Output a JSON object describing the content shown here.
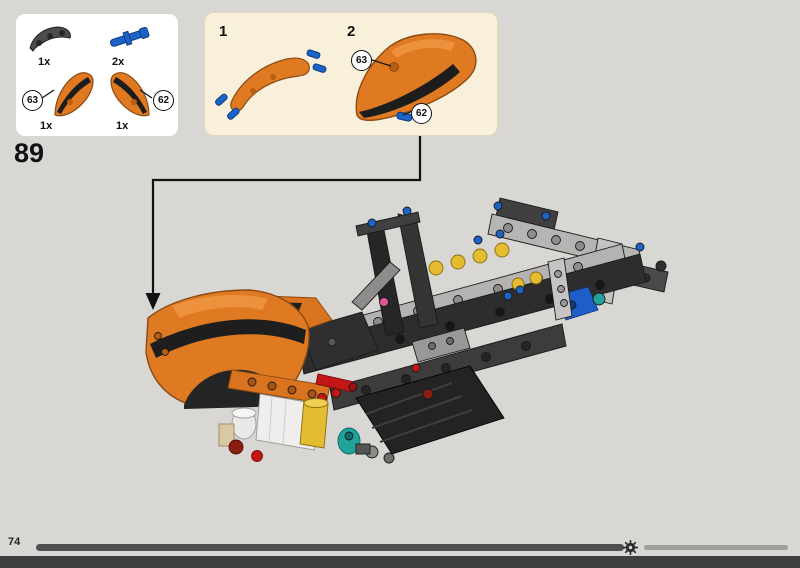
{
  "step": {
    "number": "89"
  },
  "parts_box": {
    "items": [
      {
        "piece": "dark-gray-curved-beam",
        "count": "1x"
      },
      {
        "piece": "blue-pin-3l",
        "count": "2x"
      },
      {
        "piece": "orange-fairing-left",
        "count": "1x",
        "callout": "63"
      },
      {
        "piece": "orange-fairing-right",
        "count": "1x",
        "callout": "62"
      }
    ]
  },
  "assembly_box": {
    "steps": [
      {
        "label": "1"
      },
      {
        "label": "2"
      }
    ],
    "callouts": [
      {
        "num": "63"
      },
      {
        "num": "62"
      }
    ]
  },
  "footer": {
    "page_number": "74"
  },
  "icons": {
    "progress_marker": "gear-icon"
  },
  "colors": {
    "background": "#d9d7d4",
    "accent_orange": "#e07a22",
    "panel_cream": "#f8f0da",
    "parts_box_white": "#ffffff",
    "bar_dark": "#4f4f4f",
    "bar_light": "#a09e9c",
    "bottom_strip": "#3e3e3e",
    "lego_blue": "#1c63c8",
    "lego_yellow": "#e4bc2f",
    "lego_red": "#c41616",
    "lego_teal": "#21a29a"
  }
}
